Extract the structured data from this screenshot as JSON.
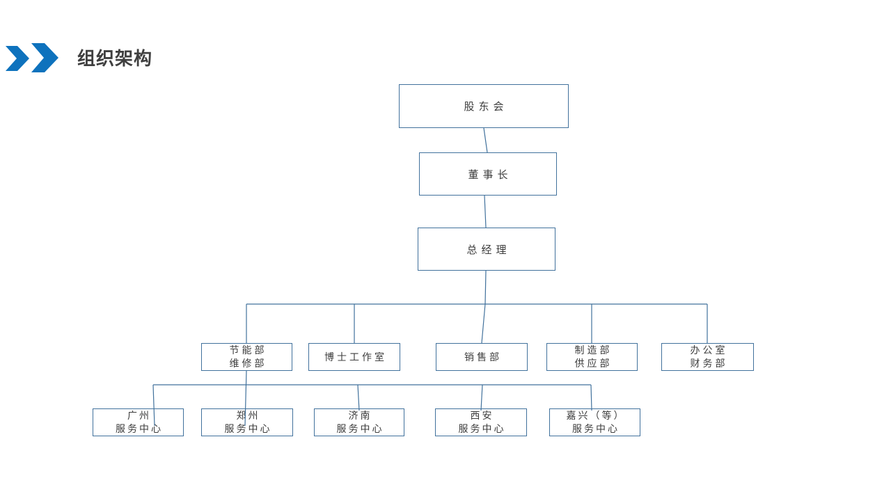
{
  "header": {
    "title": "组织架构",
    "icon": "double-chevron-right-icon"
  },
  "colors": {
    "accent_blue": "#0E72BD",
    "box_border": "#41719C",
    "connector_line": "#41719C",
    "title_text": "#3F3F3F",
    "box_text": "#3D3D3D",
    "background": "#FFFFFF"
  },
  "org_chart": {
    "type": "organization-chart",
    "level1": {
      "label": "股东会"
    },
    "level2": {
      "label": "董事长"
    },
    "level3": {
      "label": "总经理"
    },
    "departments": [
      {
        "lines": [
          "节能部",
          "维修部"
        ]
      },
      {
        "lines": [
          "博士工作室"
        ]
      },
      {
        "lines": [
          "销售部"
        ]
      },
      {
        "lines": [
          "制造部",
          "供应部"
        ]
      },
      {
        "lines": [
          "办公室",
          "财务部"
        ]
      }
    ],
    "service_centers": [
      {
        "lines": [
          "广州",
          "服务中心"
        ]
      },
      {
        "lines": [
          "郑州",
          "服务中心"
        ]
      },
      {
        "lines": [
          "济南",
          "服务中心"
        ]
      },
      {
        "lines": [
          "西安",
          "服务中心"
        ]
      },
      {
        "lines": [
          "嘉兴（等）",
          "服务中心"
        ]
      }
    ]
  }
}
